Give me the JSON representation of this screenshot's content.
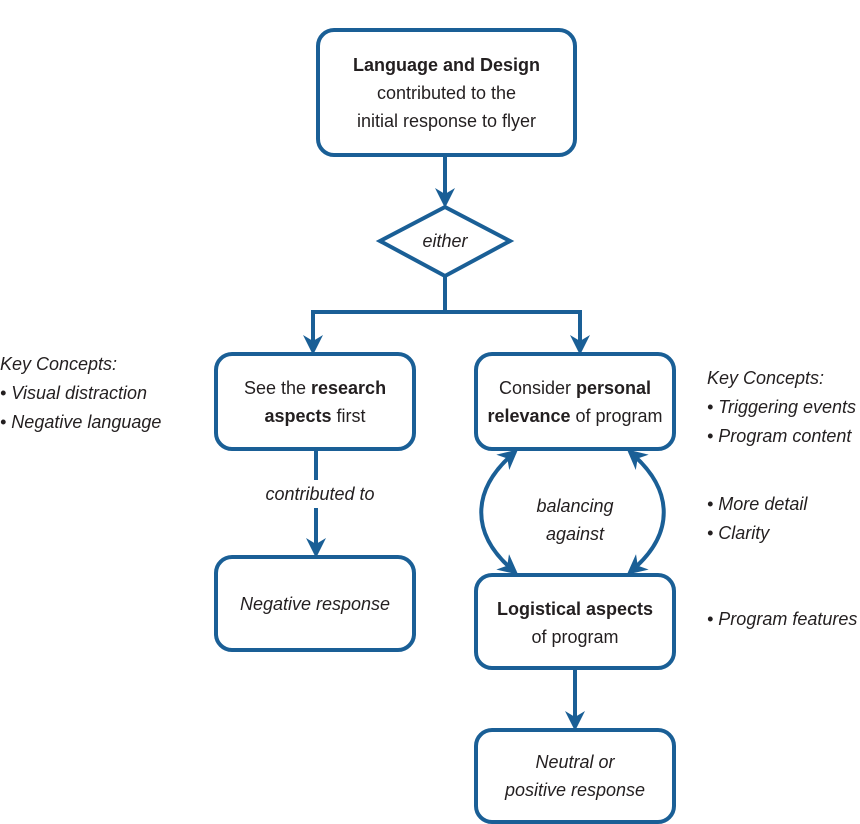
{
  "colors": {
    "stroke": "#1a5f96",
    "text": "#231f20"
  },
  "nodes": {
    "top": {
      "bold": "Language and Design",
      "line2": "contributed to the",
      "line3": "initial response to flyer"
    },
    "decision": {
      "label": "either"
    },
    "research": {
      "pre": "See the ",
      "bold1": "research",
      "bold2": "aspects",
      "post": " first"
    },
    "personal": {
      "pre": "Consider ",
      "bold1": "personal",
      "bold2": "relevance",
      "post": " of program"
    },
    "negative": {
      "label": "Negative response"
    },
    "logistical": {
      "bold": "Logistical aspects",
      "line2": "of program"
    },
    "neutral": {
      "line1": "Neutral or",
      "line2": "positive response"
    }
  },
  "edges": {
    "contributed": "contributed to",
    "balancing1": "balancing",
    "balancing2": "against"
  },
  "key_left": {
    "title": "Key Concepts:",
    "items": [
      "• Visual distraction",
      "• Negative language"
    ]
  },
  "key_right": {
    "title": "Key Concepts:",
    "items": [
      "• Triggering events",
      "• Program content"
    ],
    "detail": [
      "• More detail",
      "• Clarity"
    ],
    "features": "• Program features"
  }
}
